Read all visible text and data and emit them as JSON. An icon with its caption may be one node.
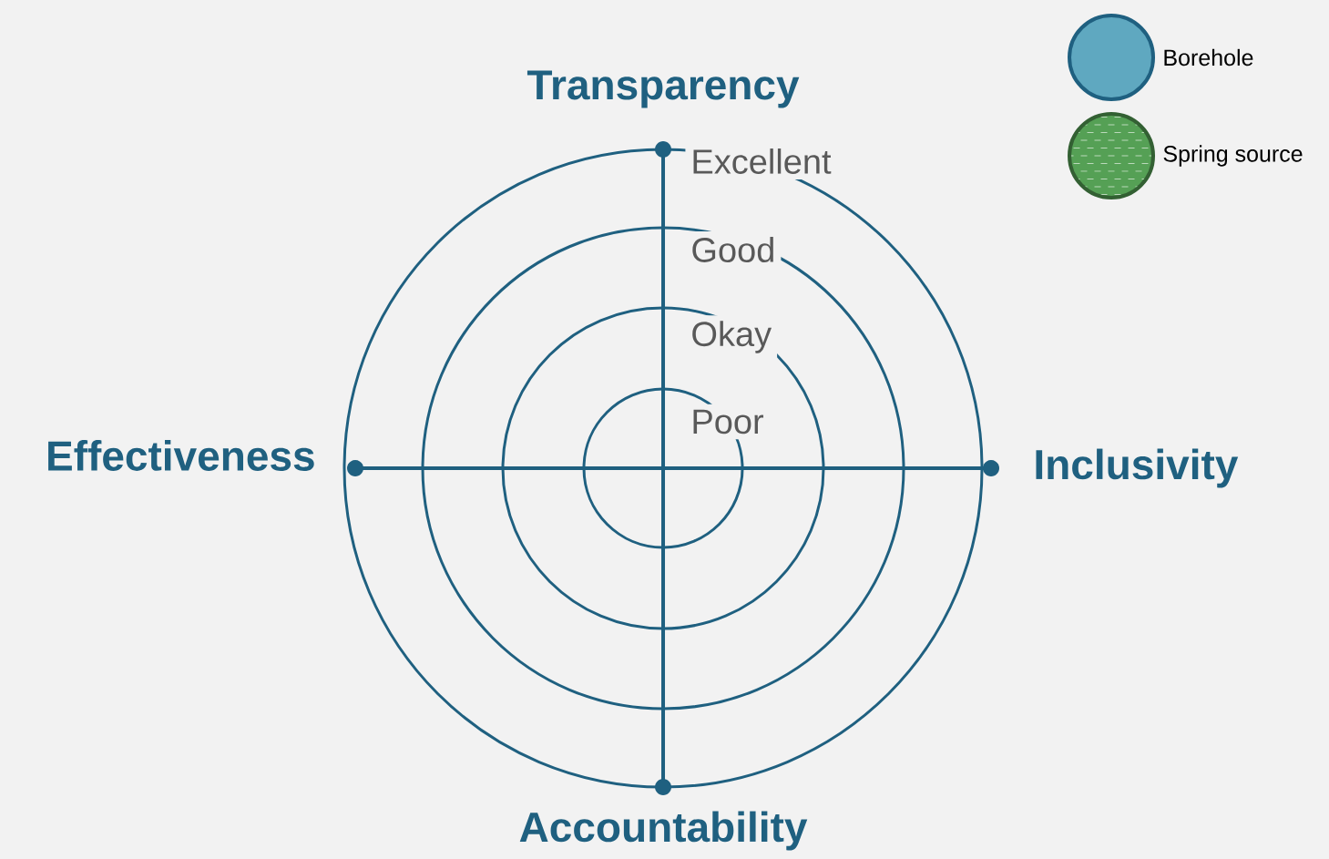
{
  "diagram": {
    "labels": [
      "Transparency",
      "Excellent",
      "Good",
      "Okay",
      "Poor",
      "Effectiveness",
      "Inclusivity",
      "Accountability"
    ],
    "legend": [
      {
        "text": "Borehole",
        "color": "#5fa8c0"
      },
      {
        "text": "Spring source",
        "color": "#55a055"
      }
    ]
  }
}
